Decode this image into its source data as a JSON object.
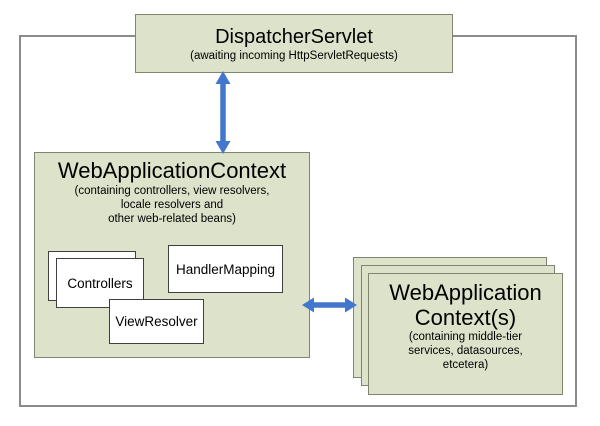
{
  "colors": {
    "box_fill": "#dde2ca",
    "box_border": "#808570",
    "inner_border": "#3f3f3f",
    "outer_border": "#8c8c8c",
    "arrow": "#4376cd"
  },
  "dispatcher_servlet": {
    "title": "DispatcherServlet",
    "subtitle": "(awaiting incoming HttpServletRequests)"
  },
  "web_application_context": {
    "title": "WebApplicationContext",
    "subtitle_line1": "(containing controllers, view resolvers,",
    "subtitle_line2": "locale resolvers and",
    "subtitle_line3": "other web-related beans)",
    "beans": {
      "controllers": "Controllers",
      "handler_mapping": "HandlerMapping",
      "view_resolver": "ViewResolver"
    }
  },
  "middle_tier_contexts": {
    "title_line1": "WebApplication",
    "title_line2": "Context(s)",
    "subtitle_line1": "(containing middle-tier",
    "subtitle_line2": "services, datasources,",
    "subtitle_line3": "etcetera)"
  }
}
